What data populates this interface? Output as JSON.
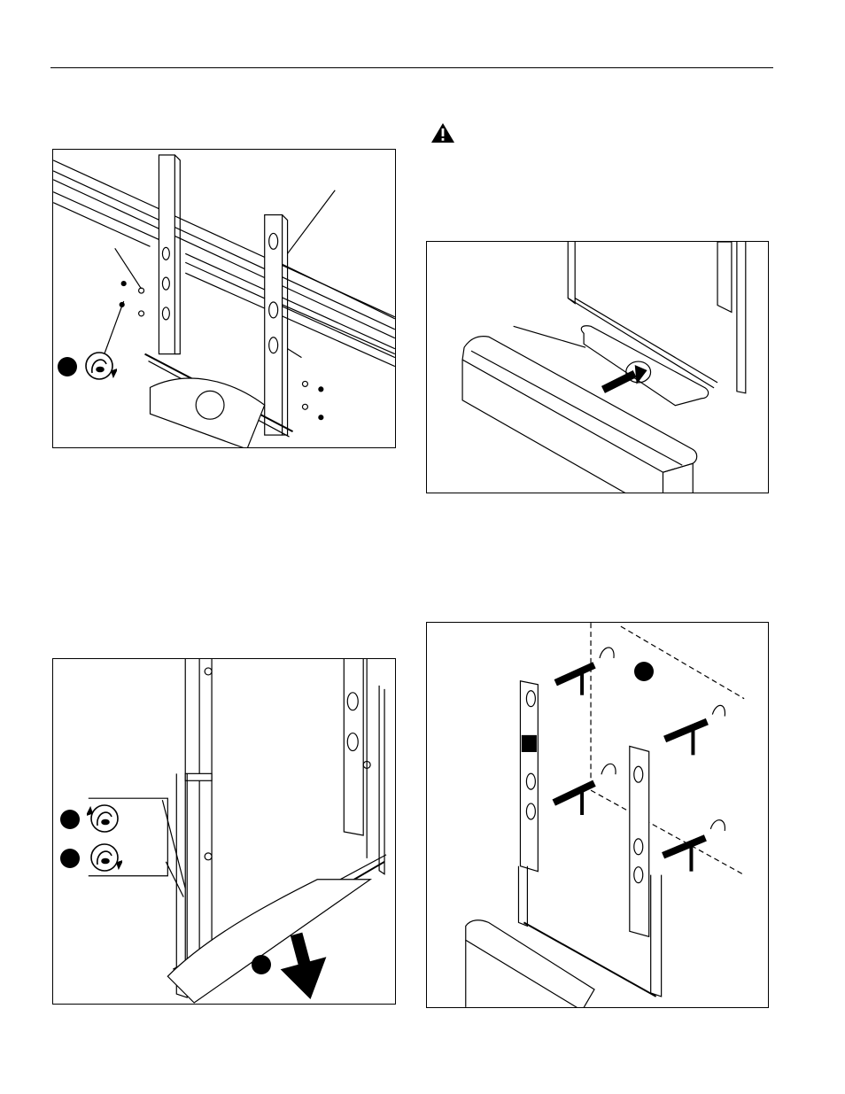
{
  "page": {
    "header_rule": true
  },
  "warning": {
    "icon": "warning-triangle-icon"
  },
  "figures": [
    {
      "id": "fig-a",
      "depicts": "bracket-attached-to-rails",
      "icons": [
        "tighten-clockwise-icon"
      ]
    },
    {
      "id": "fig-b",
      "depicts": "bracket-on-base-insert",
      "icons": [
        "push-arrow-icon"
      ]
    },
    {
      "id": "fig-c",
      "depicts": "lower-shelf-adjust",
      "icons": [
        "loosen-counterclockwise-icon",
        "tighten-clockwise-icon",
        "down-arrow-icon"
      ]
    },
    {
      "id": "fig-d",
      "depicts": "hang-brackets-on-wall",
      "icons": [
        "hook-arrow-icon"
      ]
    }
  ],
  "colors": {
    "line": "#000000",
    "fill_light": "#ffffff",
    "fill_shade": "#e8e8e8"
  }
}
